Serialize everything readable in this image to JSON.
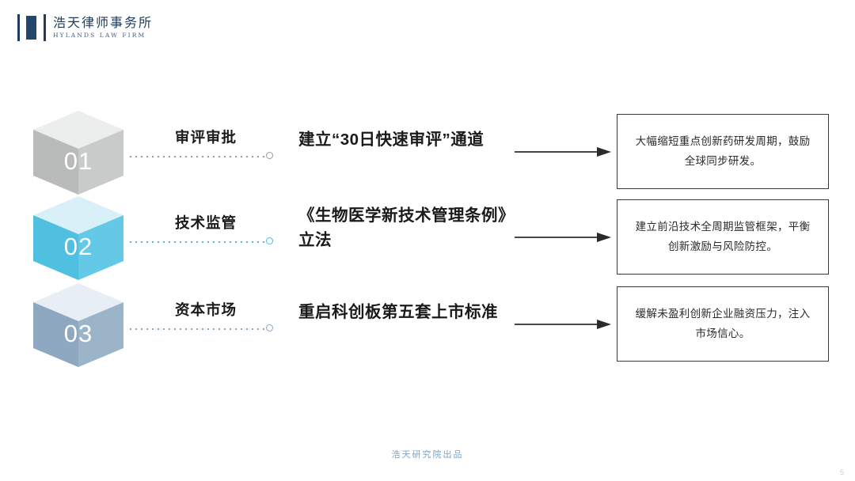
{
  "logo": {
    "icon": "hylands-h-mark",
    "name_cn": "浩天律师事务所",
    "name_en": "HYLANDS LAW FIRM",
    "color": "#1f3b5c"
  },
  "rows": [
    {
      "number": "01",
      "category": "审评审批",
      "heading": "建立“30日快速审评”通道",
      "result": "大幅缩短重点创新药研发周期，鼓励全球同步研发。",
      "cube_color_left": "#b9bbbb",
      "cube_color_right": "#c9cbcb",
      "cube_color_top": "#eceeee",
      "connector_color": "#9a9a9a"
    },
    {
      "number": "02",
      "category": "技术监管",
      "heading": "《生物医学新技术管理条例》立法",
      "result": "建立前沿技术全周期监管框架，平衡创新激励与风险防控。",
      "cube_color_left": "#50c0e0",
      "cube_color_right": "#63c9e6",
      "cube_color_top": "#d9f0f8",
      "connector_color": "#4fb9da"
    },
    {
      "number": "03",
      "category": "资本市场",
      "heading": "重启科创板第五套上市标准",
      "result": "缓解未盈利创新企业融资压力，注入市场信心。",
      "cube_color_left": "#8da8c0",
      "cube_color_right": "#9cb4c8",
      "cube_color_top": "#e8eef5",
      "connector_color": "#8ba5bd"
    }
  ],
  "footer": {
    "credit": "浩天研究院出品",
    "page_number": "5"
  }
}
